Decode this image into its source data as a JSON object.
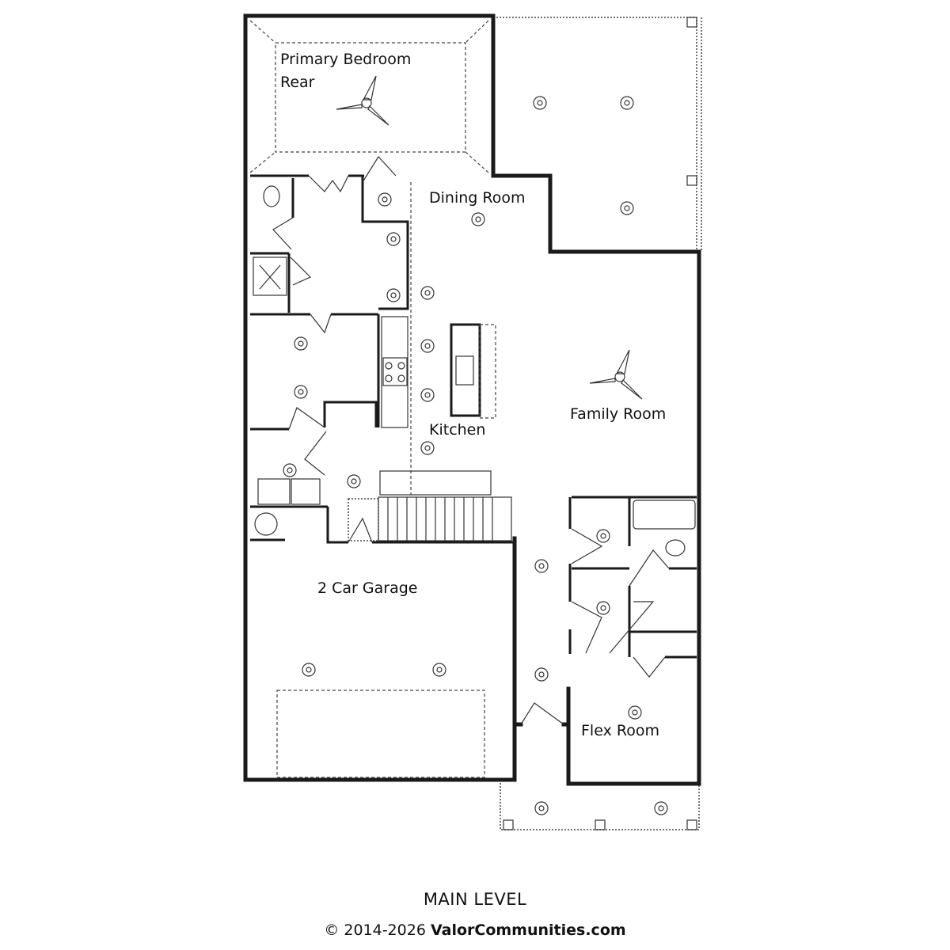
{
  "rooms": {
    "primary_bedroom_line1": "Primary Bedroom",
    "primary_bedroom_line2": "Rear",
    "dining_room": "Dining Room",
    "kitchen": "Kitchen",
    "family_room": "Family Room",
    "garage": "2 Car Garage",
    "flex_room": "Flex Room"
  },
  "footer": {
    "title": "MAIN LEVEL",
    "copyright": "© 2014-2026",
    "brand": "ValorCommunities.com"
  }
}
